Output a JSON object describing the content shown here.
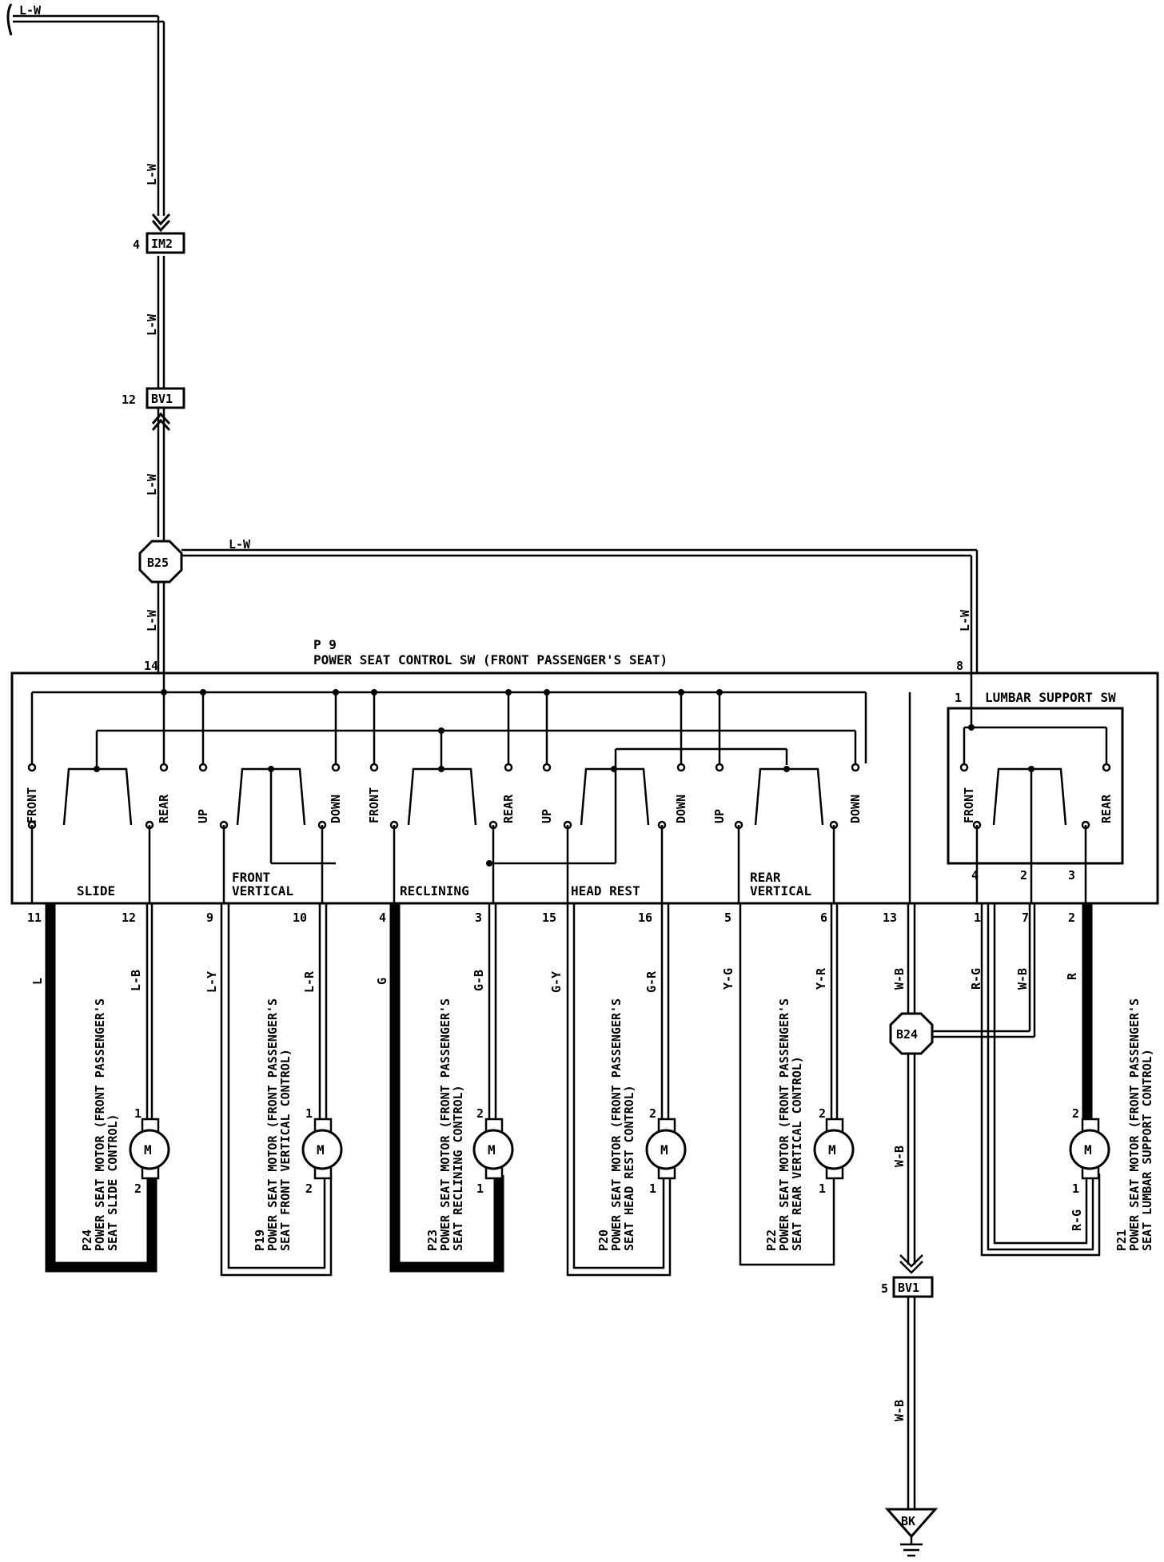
{
  "wires": {
    "source_label": "L-W",
    "feed_label": "L-W",
    "slide_1": "L",
    "slide_2": "L-B",
    "fv_1": "L-Y",
    "fv_2": "L-R",
    "rec_1": "G",
    "rec_2": "G-B",
    "hr_1": "G-Y",
    "hr_2": "G-R",
    "rv_1": "Y-G",
    "rv_2": "Y-R",
    "ground": "W-B",
    "lum_1": "R-G",
    "lum_2": "W-B",
    "lum_3": "R",
    "lum_motor": "R-G"
  },
  "connectors": {
    "im2": "IM2",
    "im2_pin": "4",
    "bv1_top": "BV1",
    "bv1_top_pin": "12",
    "b25": "B25",
    "b24": "B24",
    "bv1_bottom": "BV1",
    "bv1_bottom_pin": "5",
    "ground": "BK"
  },
  "switch": {
    "id": "P 9",
    "title": "POWER SEAT CONTROL SW (FRONT PASSENGER'S SEAT)",
    "pin_top_left": "14",
    "pin_top_right": "8",
    "sections": {
      "slide": "SLIDE",
      "front_vertical": "FRONT\nVERTICAL",
      "reclining": "RECLINING",
      "head_rest": "HEAD REST",
      "rear_vertical": "REAR\nVERTICAL"
    },
    "contacts": {
      "front": "FRONT",
      "rear": "REAR",
      "up": "UP",
      "down": "DOWN"
    },
    "lumbar": {
      "title": "LUMBAR SUPPORT SW",
      "pin_in": "1",
      "pins": [
        "4",
        "2",
        "3"
      ],
      "front": "FRONT",
      "rear": "REAR"
    },
    "bottom_pins": [
      "11",
      "12",
      "9",
      "10",
      "4",
      "3",
      "15",
      "16",
      "5",
      "6",
      "13"
    ],
    "lumbar_bottom_pins": [
      "1",
      "7",
      "2"
    ]
  },
  "motors": [
    {
      "id": "P24",
      "name": "POWER SEAT MOTOR (FRONT PASSENGER'S",
      "sub": "SEAT SLIDE CONTROL)",
      "pin_top": "1",
      "pin_bottom": "2",
      "symbol": "M"
    },
    {
      "id": "P19",
      "name": "POWER SEAT MOTOR (FRONT PASSENGER'S",
      "sub": "SEAT FRONT VERTICAL CONTROL)",
      "pin_top": "1",
      "pin_bottom": "2",
      "symbol": "M"
    },
    {
      "id": "P23",
      "name": "POWER SEAT MOTOR (FRONT PASSENGER'S",
      "sub": "SEAT RECLINING CONTROL)",
      "pin_top": "2",
      "pin_bottom": "1",
      "symbol": "M"
    },
    {
      "id": "P20",
      "name": "POWER SEAT MOTOR (FRONT PASSENGER'S",
      "sub": "SEAT HEAD REST CONTROL)",
      "pin_top": "2",
      "pin_bottom": "1",
      "symbol": "M"
    },
    {
      "id": "P22",
      "name": "POWER SEAT MOTOR (FRONT PASSENGER'S",
      "sub": "SEAT REAR VERTICAL CONTROL)",
      "pin_top": "2",
      "pin_bottom": "1",
      "symbol": "M"
    },
    {
      "id": "P21",
      "name": "POWER SEAT MOTOR (FRONT PASSENGER'S",
      "sub": "SEAT LUMBAR SUPPORT CONTROL)",
      "pin_top": "2",
      "pin_bottom": "1",
      "symbol": "M"
    }
  ]
}
